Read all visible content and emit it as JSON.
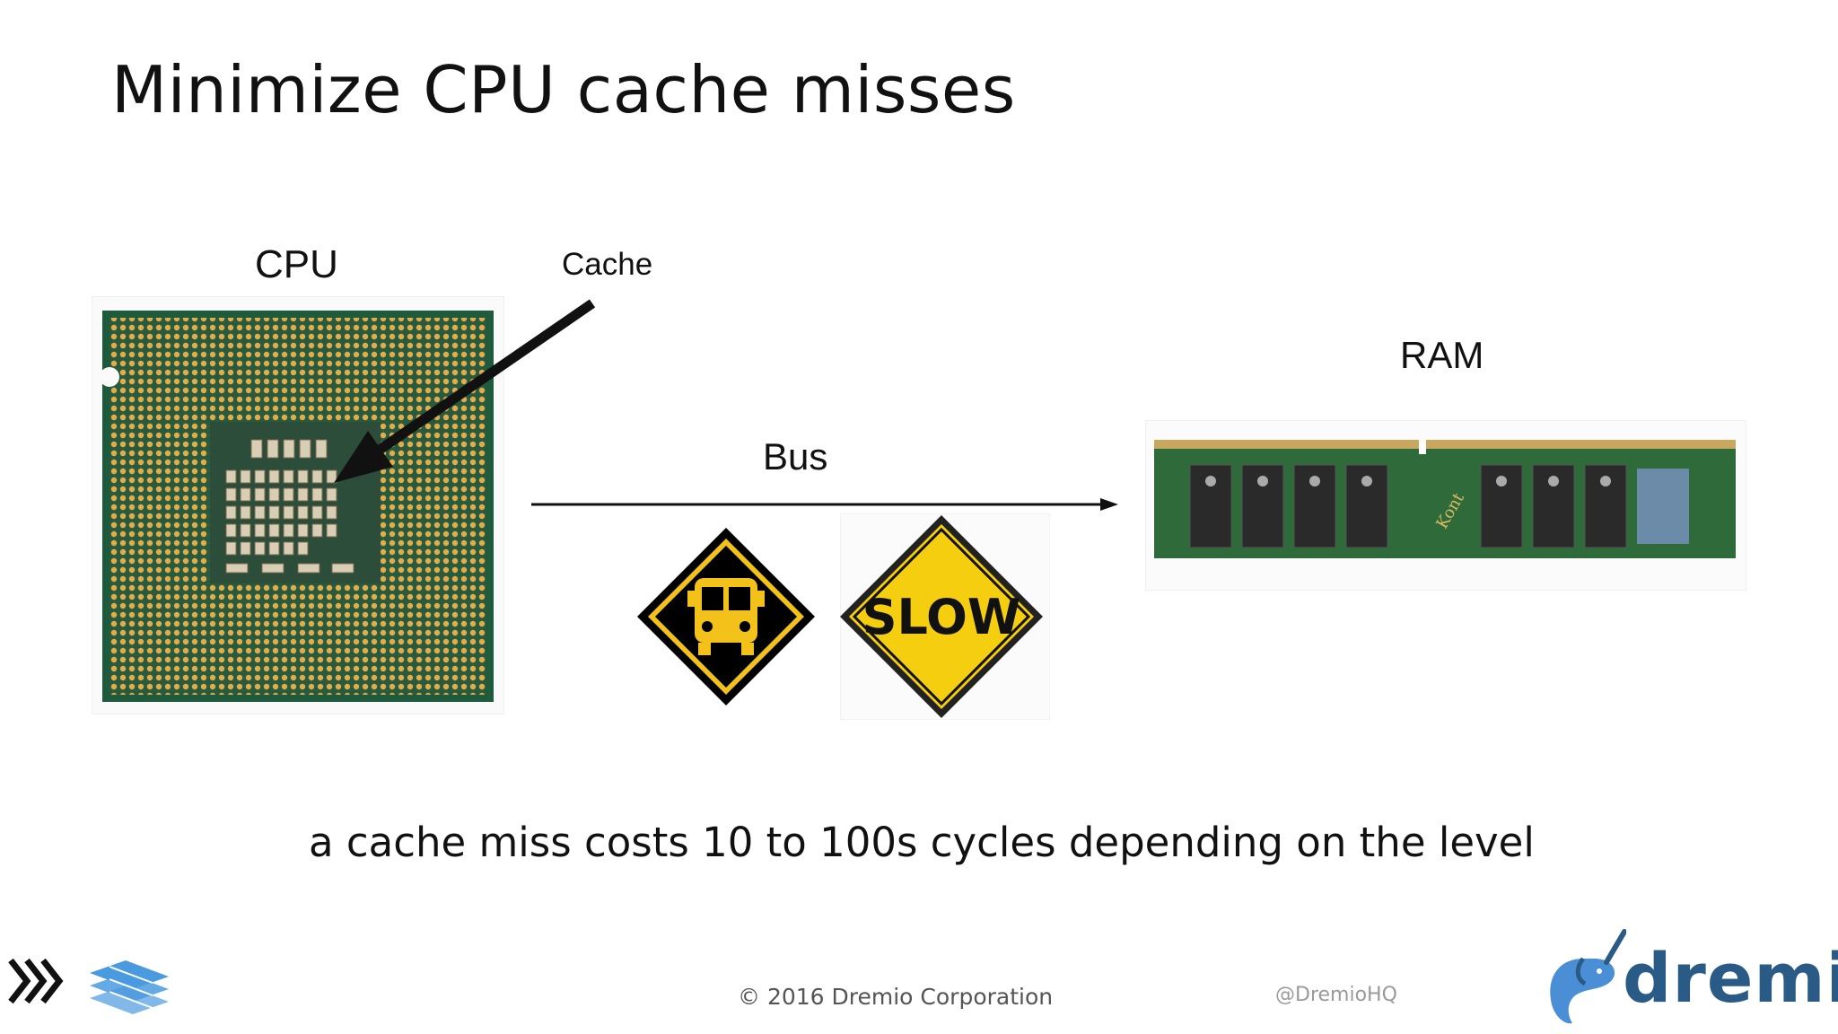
{
  "slide": {
    "title": "Minimize CPU cache misses",
    "caption": "a cache miss costs 10 to 100s cycles depending  on the level"
  },
  "diagram": {
    "cpu_label": "CPU",
    "cache_label": "Cache",
    "bus_label": "Bus",
    "ram_label": "RAM",
    "slow_sign_text": "SLOW"
  },
  "footer": {
    "copyright": "© 2016 Dremio Corporation",
    "handle": "@DremioHQ",
    "brand": "dremio"
  },
  "colors": {
    "cpu_green": "#1e5a3c",
    "cpu_gold": "#d9a640",
    "sign_yellow": "#f3c21a",
    "ram_green": "#2f6a3a",
    "brand_blue": "#2a5a86",
    "logo_blue": "#4a8fd6"
  },
  "icons": [
    "chevrons-icon",
    "stacked-blocks-logo-icon",
    "narwhal-logo-icon",
    "bus-sign-icon",
    "slow-sign-icon"
  ]
}
